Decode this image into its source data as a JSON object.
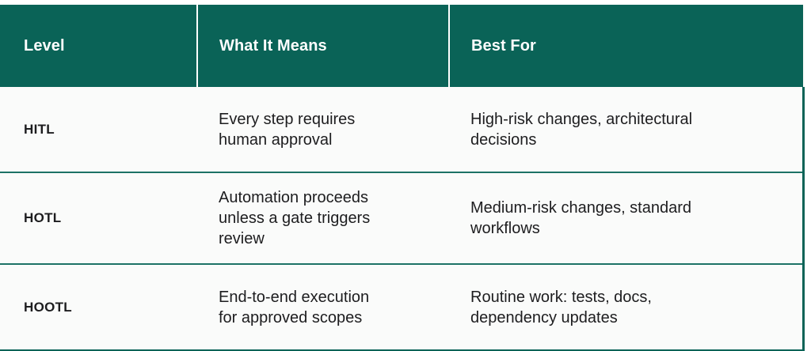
{
  "theme": {
    "header_bg": "#0a6357",
    "header_text": "#ffffff",
    "row_bg": "#fafbfa",
    "row_separator": "#1c7266",
    "table_border": "#0a6357",
    "body_text": "#232528",
    "label_text": "#111111"
  },
  "table": {
    "columns": [
      {
        "key": "level",
        "label": "Level"
      },
      {
        "key": "means",
        "label": "What It Means"
      },
      {
        "key": "best_for",
        "label": "Best For"
      }
    ],
    "rows": [
      {
        "level": "HITL",
        "means": "Every step requires human approval",
        "means_lines": [
          "Every step requires",
          "human approval"
        ],
        "best_for": "High-risk changes, architectural decisions",
        "best_for_lines": [
          "High-risk changes, architectural",
          "decisions"
        ]
      },
      {
        "level": "HOTL",
        "means": "Automation proceeds unless a gate triggers review",
        "means_lines": [
          "Automation proceeds",
          "unless a gate triggers",
          "review"
        ],
        "best_for": "Medium-risk changes, standard workflows",
        "best_for_lines": [
          "Medium-risk changes, standard",
          "workflows"
        ]
      },
      {
        "level": "HOOTL",
        "means": "End-to-end execution for approved scopes",
        "means_lines": [
          "End-to-end execution",
          "for approved scopes"
        ],
        "best_for": "Routine work: tests, docs, dependency updates",
        "best_for_lines": [
          "Routine work: tests, docs,",
          "dependency updates"
        ]
      }
    ]
  }
}
